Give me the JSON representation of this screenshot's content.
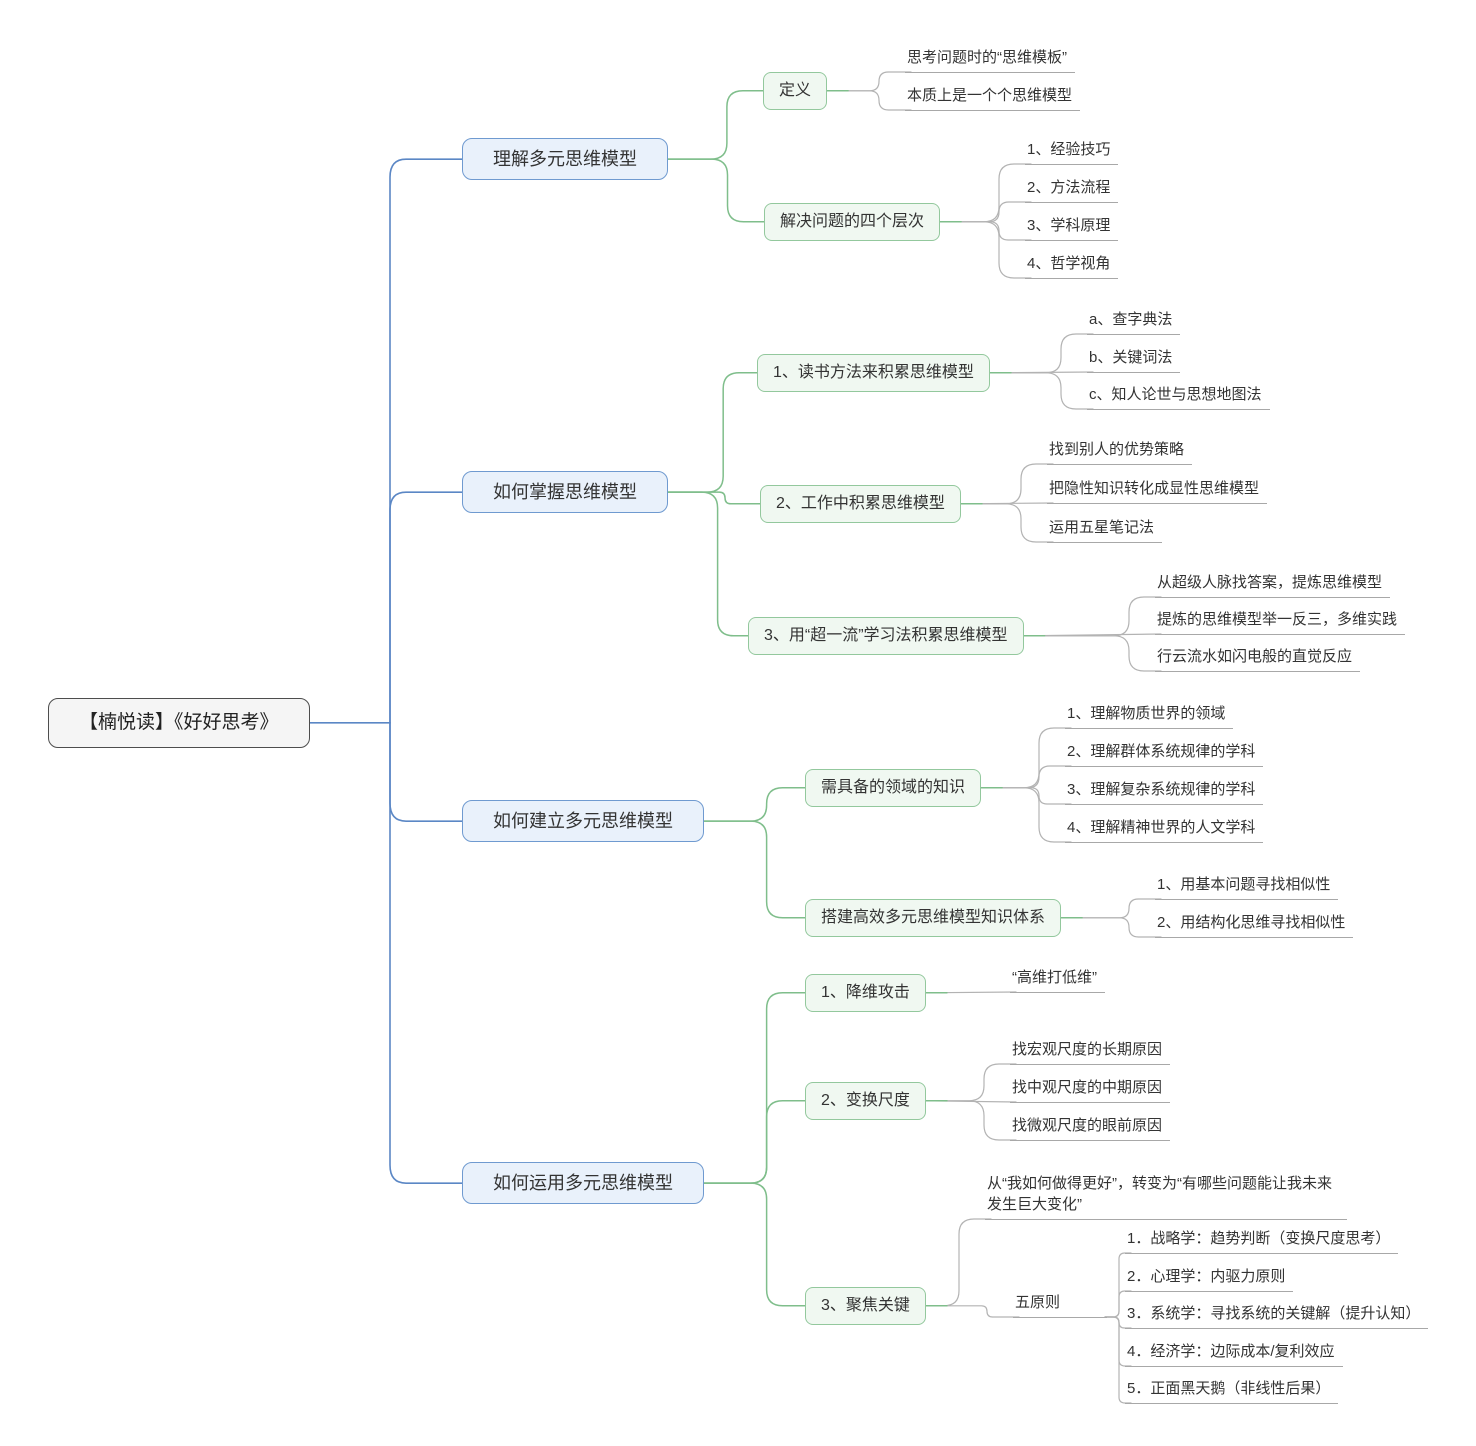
{
  "map": {
    "root": "【楠悦读】《好好思考》",
    "branches": [
      {
        "label": "理解多元思维模型",
        "topics": [
          {
            "label": "定义",
            "leaves": [
              "思考问题时的“思维模板”",
              "本质上是一个个思维模型"
            ]
          },
          {
            "label": "解决问题的四个层次",
            "leaves": [
              "1、经验技巧",
              "2、方法流程",
              "3、学科原理",
              "4、哲学视角"
            ]
          }
        ]
      },
      {
        "label": "如何掌握思维模型",
        "topics": [
          {
            "label": "1、读书方法来积累思维模型",
            "leaves": [
              "a、查字典法",
              "b、关键词法",
              "c、知人论世与思想地图法"
            ]
          },
          {
            "label": "2、工作中积累思维模型",
            "leaves": [
              "找到别人的优势策略",
              "把隐性知识转化成显性思维模型",
              "运用五星笔记法"
            ]
          },
          {
            "label": "3、用“超一流”学习法积累思维模型",
            "leaves": [
              "从超级人脉找答案，提炼思维模型",
              "提炼的思维模型举一反三，多维实践",
              "行云流水如闪电般的直觉反应"
            ]
          }
        ]
      },
      {
        "label": "如何建立多元思维模型",
        "topics": [
          {
            "label": "需具备的领域的知识",
            "leaves": [
              "1、理解物质世界的领域",
              "2、理解群体系统规律的学科",
              "3、理解复杂系统规律的学科",
              "4、理解精神世界的人文学科"
            ]
          },
          {
            "label": "搭建高效多元思维模型知识体系",
            "leaves": [
              "1、用基本问题寻找相似性",
              "2、用结构化思维寻找相似性"
            ]
          }
        ]
      },
      {
        "label": "如何运用多元思维模型",
        "topics": [
          {
            "label": "1、降维攻击",
            "leaves": [
              "“高维打低维”"
            ]
          },
          {
            "label": "2、变换尺度",
            "leaves": [
              "找宏观尺度的长期原因",
              "找中观尺度的中期原因",
              "找微观尺度的眼前原因"
            ]
          },
          {
            "label": "3、聚焦关键",
            "leaves": [
              "从“我如何做得更好”，转变为“有哪些问题能让我未来发生巨大变化”"
            ],
            "sub": {
              "label": "五原则",
              "children": [
                "1．战略学：趋势判断（变换尺度思考）",
                "2．心理学：内驱力原则",
                "3．系统学：寻找系统的关键解（提升认知）",
                "4．经济学：边际成本/复利效应",
                "5．正面黑天鹅（非线性后果）"
              ]
            }
          }
        ]
      }
    ]
  },
  "colors": {
    "root_fill": "#f5f5f5",
    "root_border": "#4d4d4d",
    "branch_fill": "#e9f1fb",
    "branch_border": "#6f9ad0",
    "branch_line": "#5b87c5",
    "topic_fill": "#f0f8f1",
    "topic_border": "#93c89d",
    "topic_line": "#7fbe8b",
    "leaf_line": "#b3b3b3",
    "underline": "#a8a8a8",
    "text": "#333333"
  }
}
